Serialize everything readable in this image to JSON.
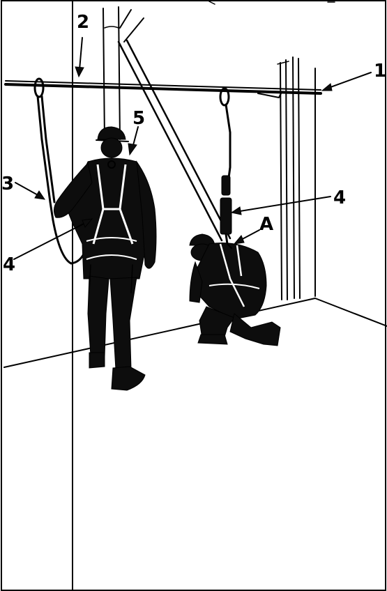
{
  "figure": {
    "callouts": [
      {
        "id": "c1",
        "text": "1"
      },
      {
        "id": "c2",
        "text": "2"
      },
      {
        "id": "c3",
        "text": "3"
      },
      {
        "id": "c4a",
        "text": "4"
      },
      {
        "id": "c4b",
        "text": "4"
      },
      {
        "id": "c5",
        "text": "5"
      },
      {
        "id": "cA",
        "text": "A"
      }
    ]
  }
}
